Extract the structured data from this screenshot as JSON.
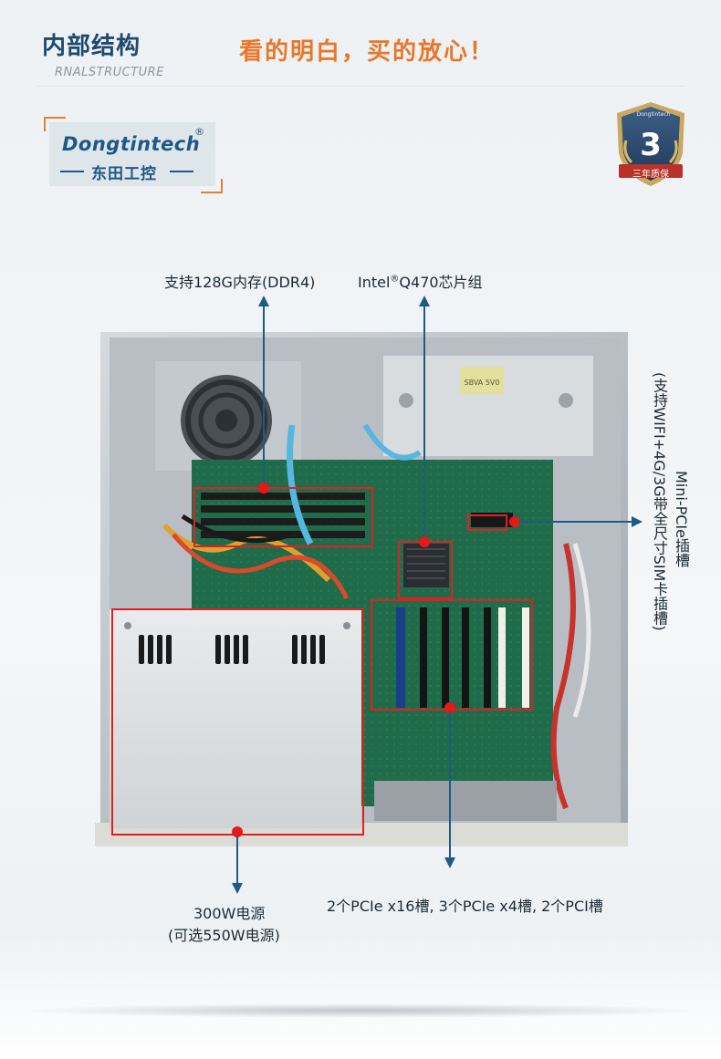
{
  "header": {
    "title": "内部结构",
    "subtitle": "RNALSTRUCTURE",
    "slogan": "看的明白，买的放心！"
  },
  "logo": {
    "brand_en": "Dongtintech",
    "registered": "®",
    "brand_cn": "东田工控"
  },
  "badge": {
    "brand": "Dongtintech",
    "number": "3",
    "label": "三年质保"
  },
  "callouts": {
    "memory": "支持128G内存(DDR4)",
    "chipset_prefix": "Intel",
    "chipset_reg": "®",
    "chipset_suffix": "Q470芯片组",
    "minipcie_line1": "Mini-PCIe插槽",
    "minipcie_line2": "(支持WIFI+4G/3G带全尺寸SIM卡插槽)",
    "psu_line1": "300W电源",
    "psu_line2": "(可选550W电源)",
    "slots": "2个PCIe x16槽, 3个PCIe x4槽, 2个PCI槽"
  },
  "psu_sticker": "SBVA 5V0",
  "colors": {
    "brand_blue": "#1e5688",
    "slogan_orange": "#e8772a",
    "highlight_red": "#e02020",
    "pcb_green": "#1f6b4a"
  }
}
